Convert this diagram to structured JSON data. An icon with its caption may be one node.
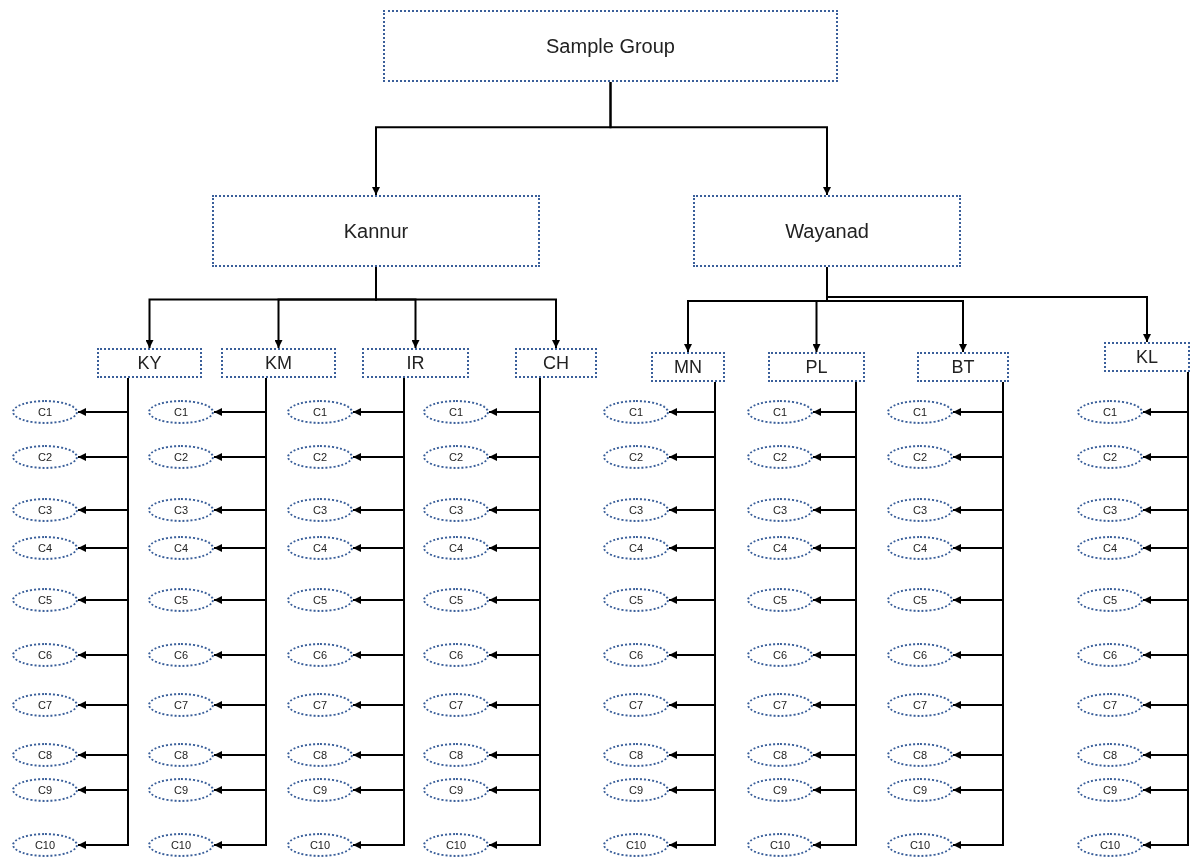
{
  "diagram": {
    "nodes": [
      {
        "text": [
          "Sample Group"
        ]
      },
      {
        "text": [
          "Kannur"
        ]
      },
      {
        "text": [
          "Wayanad"
        ]
      },
      {
        "text": [
          "KY"
        ]
      },
      {
        "text": [
          "KM"
        ]
      },
      {
        "text": [
          "IR"
        ]
      },
      {
        "text": [
          "CH"
        ]
      },
      {
        "text": [
          "MN"
        ]
      },
      {
        "text": [
          "PL"
        ]
      },
      {
        "text": [
          "BT"
        ]
      },
      {
        "text": [
          "KL"
        ]
      },
      {
        "text": [
          "C1"
        ]
      },
      {
        "text": [
          "C2"
        ]
      },
      {
        "text": [
          "C3"
        ]
      },
      {
        "text": [
          "C4"
        ]
      },
      {
        "text": [
          "C5"
        ]
      },
      {
        "text": [
          "C6"
        ]
      },
      {
        "text": [
          "C7"
        ]
      },
      {
        "text": [
          "C8"
        ]
      },
      {
        "text": [
          "C9"
        ]
      },
      {
        "text": [
          "C10"
        ]
      },
      {
        "text": [
          "C1"
        ]
      },
      {
        "text": [
          "C2"
        ]
      },
      {
        "text": [
          "C3"
        ]
      },
      {
        "text": [
          "C4"
        ]
      },
      {
        "text": [
          "C5"
        ]
      },
      {
        "text": [
          "C6"
        ]
      },
      {
        "text": [
          "C7"
        ]
      },
      {
        "text": [
          "C8"
        ]
      },
      {
        "text": [
          "C9"
        ]
      },
      {
        "text": [
          "C10"
        ]
      },
      {
        "text": [
          "C1"
        ]
      },
      {
        "text": [
          "C2"
        ]
      },
      {
        "text": [
          "C3"
        ]
      },
      {
        "text": [
          "C4"
        ]
      },
      {
        "text": [
          "C5"
        ]
      },
      {
        "text": [
          "C6"
        ]
      },
      {
        "text": [
          "C7"
        ]
      },
      {
        "text": [
          "C8"
        ]
      },
      {
        "text": [
          "C9"
        ]
      },
      {
        "text": [
          "C10"
        ]
      },
      {
        "text": [
          "C1"
        ]
      },
      {
        "text": [
          "C2"
        ]
      },
      {
        "text": [
          "C3"
        ]
      },
      {
        "text": [
          "C4"
        ]
      },
      {
        "text": [
          "C5"
        ]
      },
      {
        "text": [
          "C6"
        ]
      },
      {
        "text": [
          "C7"
        ]
      },
      {
        "text": [
          "C8"
        ]
      },
      {
        "text": [
          "C9"
        ]
      },
      {
        "text": [
          "C10"
        ]
      },
      {
        "text": [
          "C1"
        ]
      },
      {
        "text": [
          "C2"
        ]
      },
      {
        "text": [
          "C3"
        ]
      },
      {
        "text": [
          "C4"
        ]
      },
      {
        "text": [
          "C5"
        ]
      },
      {
        "text": [
          "C6"
        ]
      },
      {
        "text": [
          "C7"
        ]
      },
      {
        "text": [
          "C8"
        ]
      },
      {
        "text": [
          "C9"
        ]
      },
      {
        "text": [
          "C10"
        ]
      },
      {
        "text": [
          "C1"
        ]
      },
      {
        "text": [
          "C2"
        ]
      },
      {
        "text": [
          "C3"
        ]
      },
      {
        "text": [
          "C4"
        ]
      },
      {
        "text": [
          "C5"
        ]
      },
      {
        "text": [
          "C6"
        ]
      },
      {
        "text": [
          "C7"
        ]
      },
      {
        "text": [
          "C8"
        ]
      },
      {
        "text": [
          "C9"
        ]
      },
      {
        "text": [
          "C10"
        ]
      },
      {
        "text": [
          "C1"
        ]
      },
      {
        "text": [
          "C2"
        ]
      },
      {
        "text": [
          "C3"
        ]
      },
      {
        "text": [
          "C4"
        ]
      },
      {
        "text": [
          "C5"
        ]
      },
      {
        "text": [
          "C6"
        ]
      },
      {
        "text": [
          "C7"
        ]
      },
      {
        "text": [
          "C8"
        ]
      },
      {
        "text": [
          "C9"
        ]
      },
      {
        "text": [
          "C10"
        ]
      },
      {
        "text": [
          "C1"
        ]
      },
      {
        "text": [
          "C2"
        ]
      },
      {
        "text": [
          "C3"
        ]
      },
      {
        "text": [
          "C4"
        ]
      },
      {
        "text": [
          "C5"
        ]
      },
      {
        "text": [
          "C6"
        ]
      },
      {
        "text": [
          "C7"
        ]
      },
      {
        "text": [
          "C8"
        ]
      },
      {
        "text": [
          "C9"
        ]
      },
      {
        "text": [
          "C10"
        ]
      }
    ],
    "edges": [
      {
        "from": 0,
        "to": 1,
        "arrow": "to"
      },
      {
        "from": 0,
        "to": 2,
        "arrow": "to"
      },
      {
        "from": 1,
        "to": 3,
        "arrow": "to"
      },
      {
        "from": 1,
        "to": 4,
        "arrow": "to"
      },
      {
        "from": 1,
        "to": 5,
        "arrow": "to"
      },
      {
        "from": 1,
        "to": 6,
        "arrow": "to"
      },
      {
        "from": 2,
        "to": 7,
        "arrow": "to"
      },
      {
        "from": 2,
        "to": 8,
        "arrow": "to"
      },
      {
        "from": 2,
        "to": 9,
        "arrow": "to"
      },
      {
        "from": 2,
        "to": 10,
        "arrow": "to"
      },
      {
        "from": 3,
        "to": 11,
        "arrow": "to"
      },
      {
        "from": 3,
        "to": 12,
        "arrow": "to"
      },
      {
        "from": 3,
        "to": 13,
        "arrow": "to"
      },
      {
        "from": 3,
        "to": 14,
        "arrow": "to"
      },
      {
        "from": 3,
        "to": 15,
        "arrow": "to"
      },
      {
        "from": 3,
        "to": 16,
        "arrow": "to"
      },
      {
        "from": 3,
        "to": 17,
        "arrow": "to"
      },
      {
        "from": 3,
        "to": 18,
        "arrow": "to"
      },
      {
        "from": 3,
        "to": 19,
        "arrow": "to"
      },
      {
        "from": 3,
        "to": 20,
        "arrow": "to"
      },
      {
        "from": 4,
        "to": 21,
        "arrow": "to"
      },
      {
        "from": 4,
        "to": 22,
        "arrow": "to"
      },
      {
        "from": 4,
        "to": 23,
        "arrow": "to"
      },
      {
        "from": 4,
        "to": 24,
        "arrow": "to"
      },
      {
        "from": 4,
        "to": 25,
        "arrow": "to"
      },
      {
        "from": 4,
        "to": 26,
        "arrow": "to"
      },
      {
        "from": 4,
        "to": 27,
        "arrow": "to"
      },
      {
        "from": 4,
        "to": 28,
        "arrow": "to"
      },
      {
        "from": 4,
        "to": 29,
        "arrow": "to"
      },
      {
        "from": 4,
        "to": 30,
        "arrow": "to"
      },
      {
        "from": 5,
        "to": 31,
        "arrow": "to"
      },
      {
        "from": 5,
        "to": 32,
        "arrow": "to"
      },
      {
        "from": 5,
        "to": 33,
        "arrow": "to"
      },
      {
        "from": 5,
        "to": 34,
        "arrow": "to"
      },
      {
        "from": 5,
        "to": 35,
        "arrow": "to"
      },
      {
        "from": 5,
        "to": 36,
        "arrow": "to"
      },
      {
        "from": 5,
        "to": 37,
        "arrow": "to"
      },
      {
        "from": 5,
        "to": 38,
        "arrow": "to"
      },
      {
        "from": 5,
        "to": 39,
        "arrow": "to"
      },
      {
        "from": 5,
        "to": 40,
        "arrow": "to"
      },
      {
        "from": 6,
        "to": 41,
        "arrow": "to"
      },
      {
        "from": 6,
        "to": 42,
        "arrow": "to"
      },
      {
        "from": 6,
        "to": 43,
        "arrow": "to"
      },
      {
        "from": 6,
        "to": 44,
        "arrow": "to"
      },
      {
        "from": 6,
        "to": 45,
        "arrow": "to"
      },
      {
        "from": 6,
        "to": 46,
        "arrow": "to"
      },
      {
        "from": 6,
        "to": 47,
        "arrow": "to"
      },
      {
        "from": 6,
        "to": 48,
        "arrow": "to"
      },
      {
        "from": 6,
        "to": 49,
        "arrow": "to"
      },
      {
        "from": 6,
        "to": 50,
        "arrow": "to"
      },
      {
        "from": 7,
        "to": 51,
        "arrow": "to"
      },
      {
        "from": 7,
        "to": 52,
        "arrow": "to"
      },
      {
        "from": 7,
        "to": 53,
        "arrow": "to"
      },
      {
        "from": 7,
        "to": 54,
        "arrow": "to"
      },
      {
        "from": 7,
        "to": 55,
        "arrow": "to"
      },
      {
        "from": 7,
        "to": 56,
        "arrow": "to"
      },
      {
        "from": 7,
        "to": 57,
        "arrow": "to"
      },
      {
        "from": 7,
        "to": 58,
        "arrow": "to"
      },
      {
        "from": 7,
        "to": 59,
        "arrow": "to"
      },
      {
        "from": 7,
        "to": 60,
        "arrow": "to"
      },
      {
        "from": 8,
        "to": 61,
        "arrow": "to"
      },
      {
        "from": 8,
        "to": 62,
        "arrow": "to"
      },
      {
        "from": 8,
        "to": 63,
        "arrow": "to"
      },
      {
        "from": 8,
        "to": 64,
        "arrow": "to"
      },
      {
        "from": 8,
        "to": 65,
        "arrow": "to"
      },
      {
        "from": 8,
        "to": 66,
        "arrow": "to"
      },
      {
        "from": 8,
        "to": 67,
        "arrow": "to"
      },
      {
        "from": 8,
        "to": 68,
        "arrow": "to"
      },
      {
        "from": 8,
        "to": 69,
        "arrow": "to"
      },
      {
        "from": 8,
        "to": 70,
        "arrow": "to"
      },
      {
        "from": 9,
        "to": 71,
        "arrow": "to"
      },
      {
        "from": 9,
        "to": 72,
        "arrow": "to"
      },
      {
        "from": 9,
        "to": 73,
        "arrow": "to"
      },
      {
        "from": 9,
        "to": 74,
        "arrow": "to"
      },
      {
        "from": 9,
        "to": 75,
        "arrow": "to"
      },
      {
        "from": 9,
        "to": 76,
        "arrow": "to"
      },
      {
        "from": 9,
        "to": 77,
        "arrow": "to"
      },
      {
        "from": 9,
        "to": 78,
        "arrow": "to"
      },
      {
        "from": 9,
        "to": 79,
        "arrow": "to"
      },
      {
        "from": 9,
        "to": 80,
        "arrow": "to"
      },
      {
        "from": 10,
        "to": 81,
        "arrow": "to"
      },
      {
        "from": 10,
        "to": 82,
        "arrow": "to"
      },
      {
        "from": 10,
        "to": 83,
        "arrow": "to"
      },
      {
        "from": 10,
        "to": 84,
        "arrow": "to"
      },
      {
        "from": 10,
        "to": 85,
        "arrow": "to"
      },
      {
        "from": 10,
        "to": 86,
        "arrow": "to"
      },
      {
        "from": 10,
        "to": 87,
        "arrow": "to"
      },
      {
        "from": 10,
        "to": 88,
        "arrow": "to"
      },
      {
        "from": 10,
        "to": 89,
        "arrow": "to"
      },
      {
        "from": 10,
        "to": 90,
        "arrow": "to"
      }
    ]
  }
}
